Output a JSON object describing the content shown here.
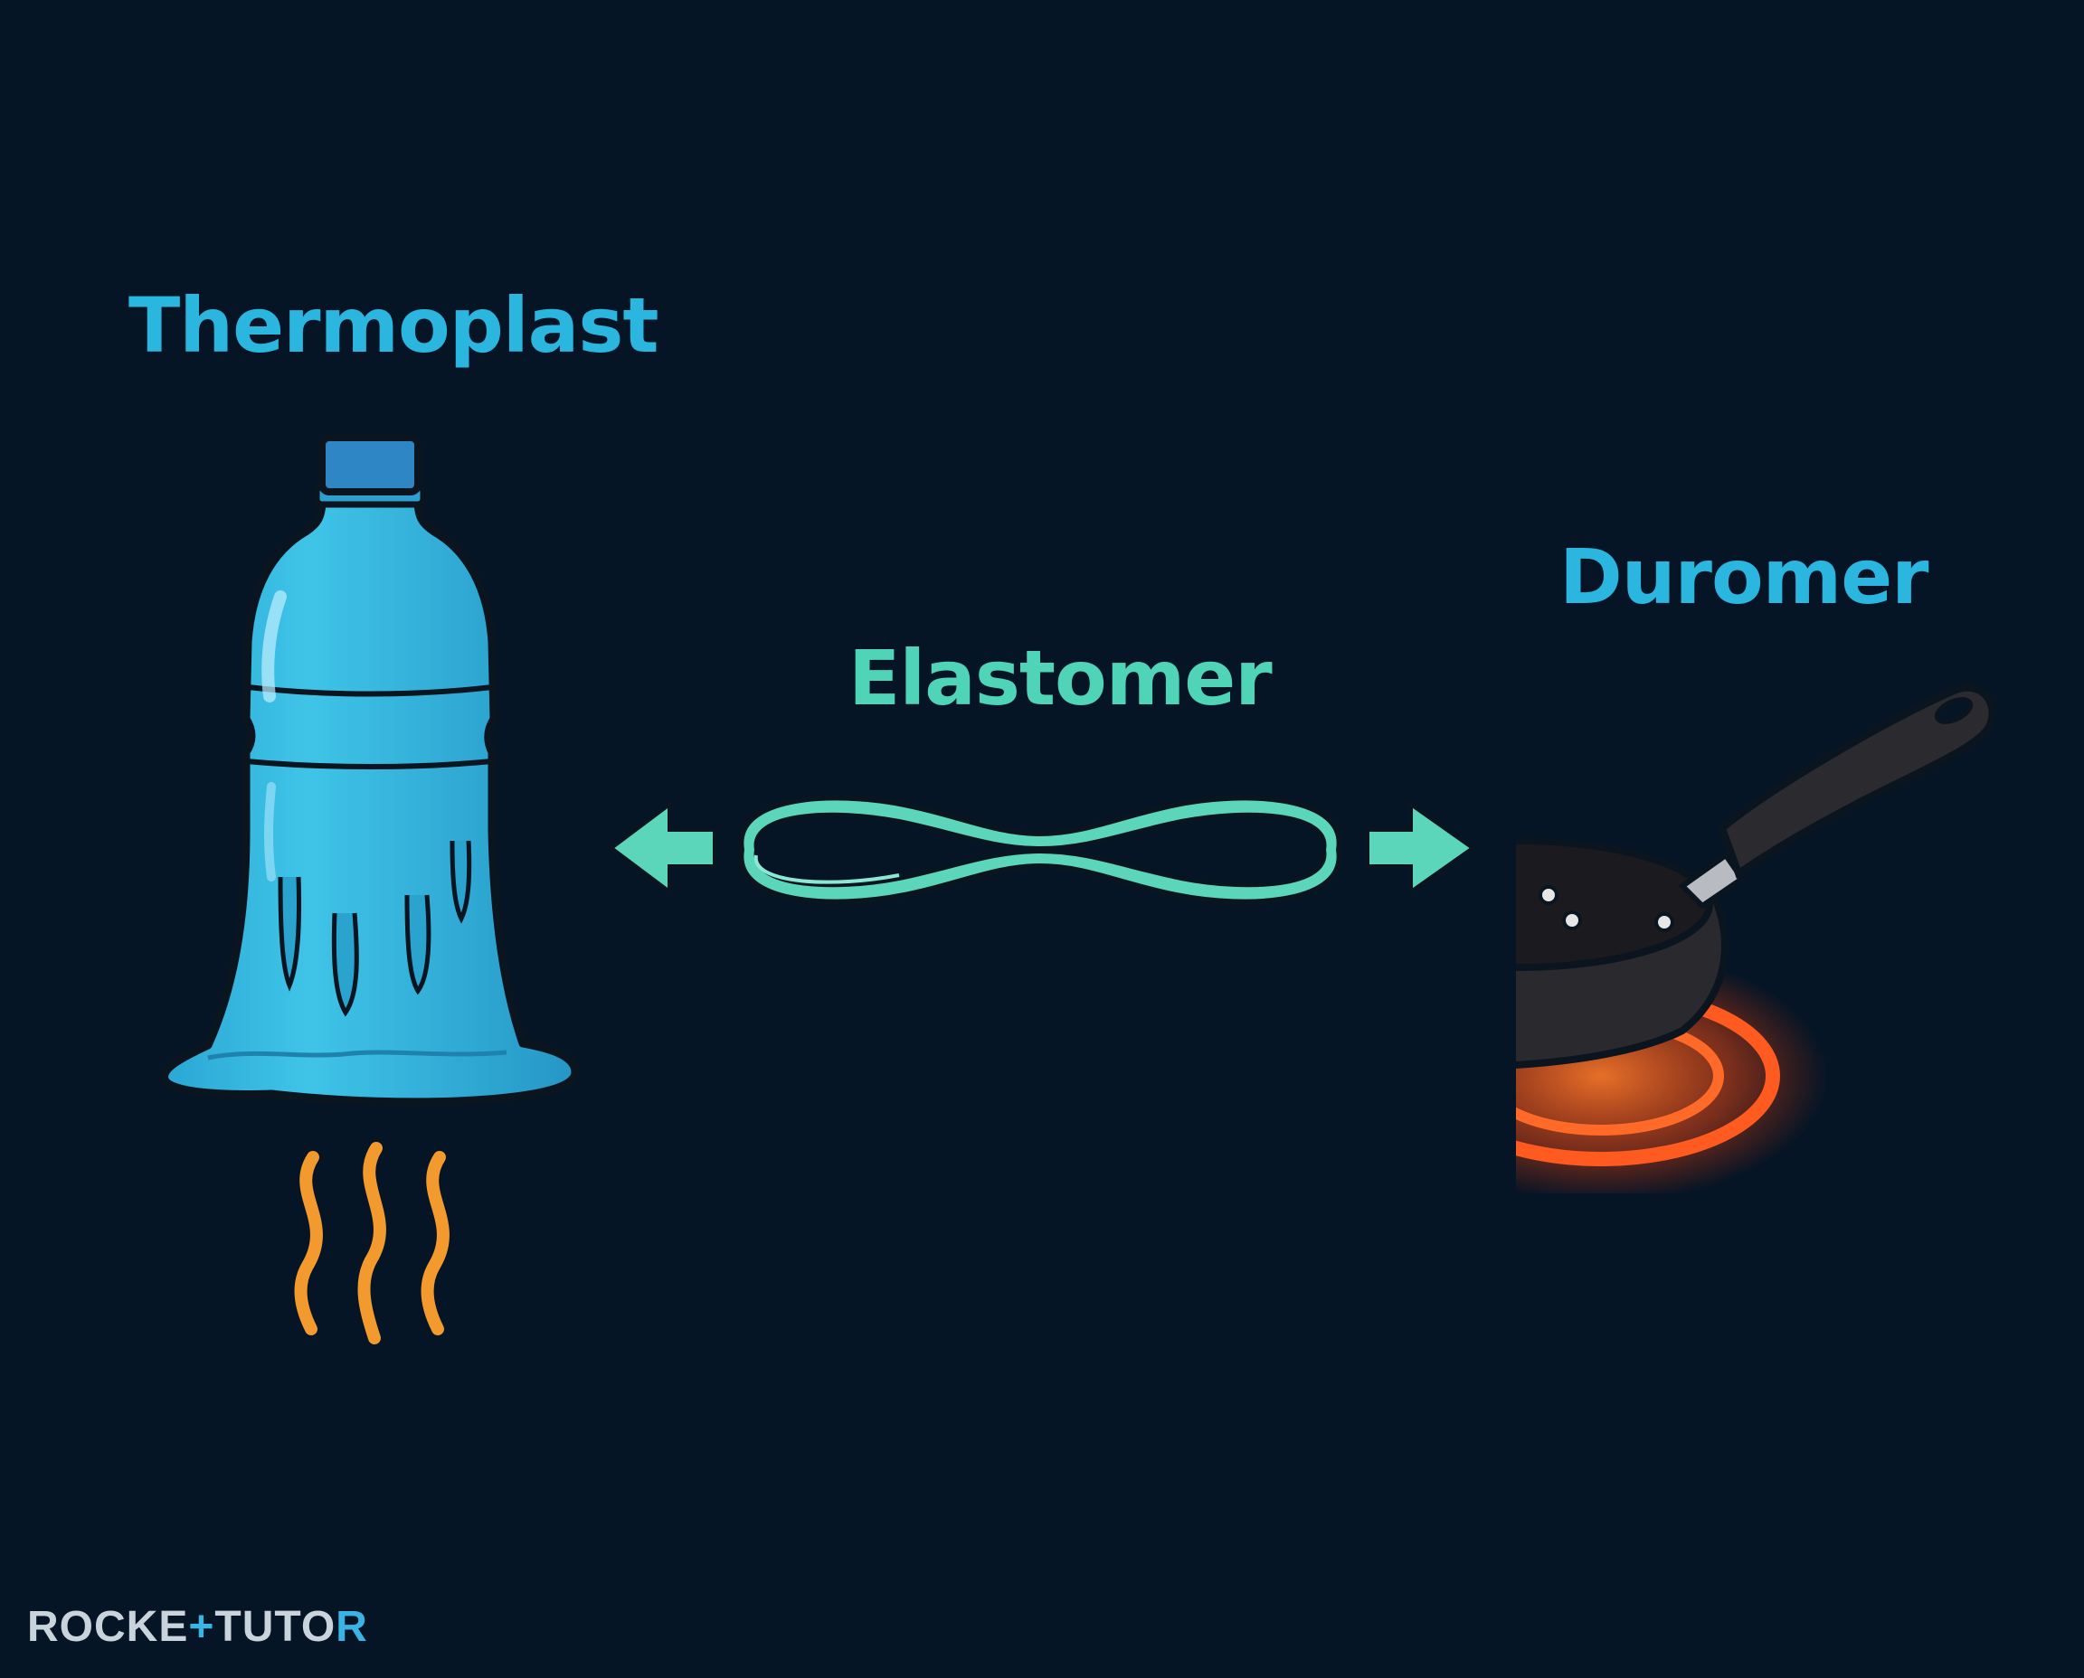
{
  "labels": {
    "thermoplast": "Thermoplast",
    "elastomer": "Elastomer",
    "duromer": "Duromer"
  },
  "logo": {
    "left": "ROCKE",
    "accent": "+",
    "mid": "TUTO",
    "right_mark": "R"
  },
  "colors": {
    "background": "#061525",
    "thermoplast": "#2bb6e0",
    "elastomer": "#4fd4b8",
    "duromer": "#2bb6e0",
    "bottle_fill": "#34b9df",
    "bottle_cap": "#2f86c4",
    "heat_waves": "#f39a2e",
    "band": "#5cd6bb",
    "pan_handle": "#2b2b2f",
    "pan_body": "#1b1b1f",
    "burner_glow": "#ff5a1f"
  },
  "icons": {
    "bottle": "melting-plastic-bottle-icon",
    "heat": "heat-waves-icon",
    "band": "stretched-rubber-band-icon",
    "left_arrow": "arrow-left-icon",
    "right_arrow": "arrow-right-icon",
    "pan": "frying-pan-icon",
    "burner": "hot-burner-ring-icon"
  }
}
